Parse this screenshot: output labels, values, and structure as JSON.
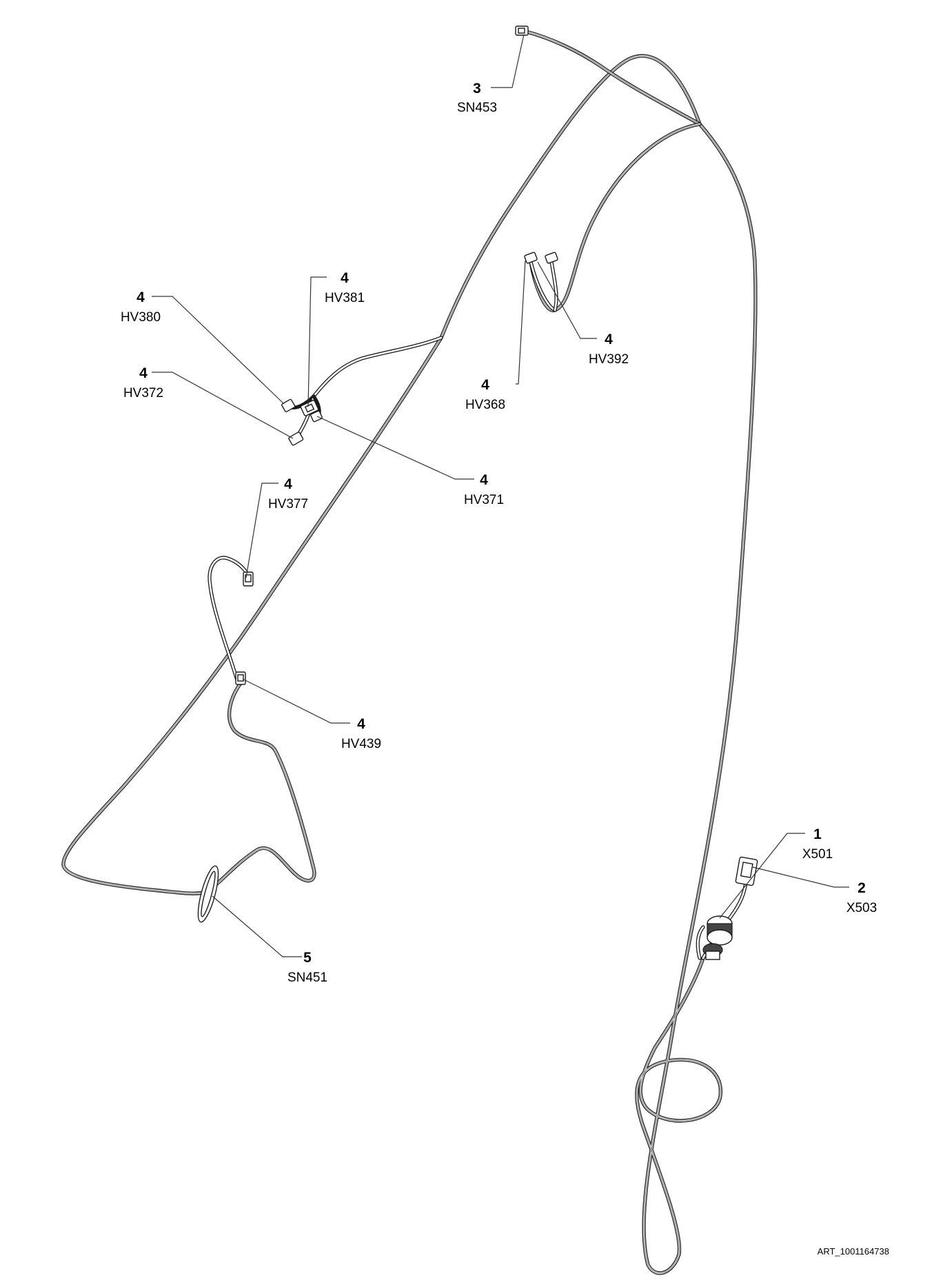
{
  "callouts": [
    {
      "key": "sn453",
      "number": "3",
      "code": "SN453"
    },
    {
      "key": "hv381",
      "number": "4",
      "code": "HV381"
    },
    {
      "key": "hv380",
      "number": "4",
      "code": "HV380"
    },
    {
      "key": "hv372",
      "number": "4",
      "code": "HV372"
    },
    {
      "key": "hv392",
      "number": "4",
      "code": "HV392"
    },
    {
      "key": "hv368",
      "number": "4",
      "code": "HV368"
    },
    {
      "key": "hv371",
      "number": "4",
      "code": "HV371"
    },
    {
      "key": "hv377",
      "number": "4",
      "code": "HV377"
    },
    {
      "key": "hv439",
      "number": "4",
      "code": "HV439"
    },
    {
      "key": "x501",
      "number": "1",
      "code": "X501"
    },
    {
      "key": "x503",
      "number": "2",
      "code": "X503"
    },
    {
      "key": "sn451",
      "number": "5",
      "code": "SN451"
    }
  ],
  "art_id": "ART_1001164738"
}
